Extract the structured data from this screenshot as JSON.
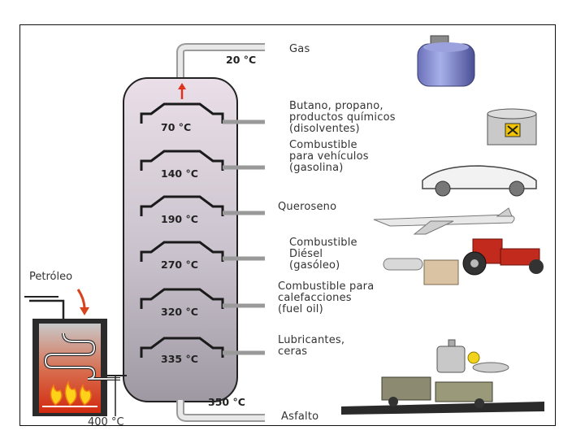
{
  "diagram": {
    "feed": {
      "label": "Petróleo",
      "furnace_temp": "400 °C"
    },
    "column": {
      "top_temp": "20 °C",
      "bottom_temp": "350 °C"
    },
    "trays": [
      {
        "temp": "70 °C",
        "product_lines": [
          "Butano, propano,",
          "productos químicos",
          "(disolventes)"
        ],
        "icon": "gas-can-icon"
      },
      {
        "temp": "140 °C",
        "product_lines": [
          "Combustible",
          "para vehículos",
          "(gasolina)"
        ],
        "icon": "car-icon"
      },
      {
        "temp": "190 °C",
        "product_lines": [
          "Queroseno"
        ],
        "icon": "airplane-icon"
      },
      {
        "temp": "270 °C",
        "product_lines": [
          "Combustible",
          "Diésel",
          "(gasóleo)"
        ],
        "icon": "tractor-icon"
      },
      {
        "temp": "320 °C",
        "product_lines": [
          "Combustible para",
          "calefacciones",
          "(fuel oil)"
        ],
        "icon": "building-icon"
      },
      {
        "temp": "335 °C",
        "product_lines": [
          "Lubricantes,",
          "ceras"
        ],
        "icon": "oil-can-icon"
      }
    ],
    "top_product": {
      "label": "Gas",
      "icon": "gas-cylinder-icon"
    },
    "bottom_product": {
      "label": "Asfalto",
      "icon": "paving-machine-icon"
    },
    "colors": {
      "column_fill": "#b9b4bd",
      "column_gradient_light": "#e9dde6",
      "pipe": "#b5b5b5",
      "arrow": "#e0301e",
      "furnace": "#d23b1d",
      "flame": "#ffd21a"
    }
  }
}
